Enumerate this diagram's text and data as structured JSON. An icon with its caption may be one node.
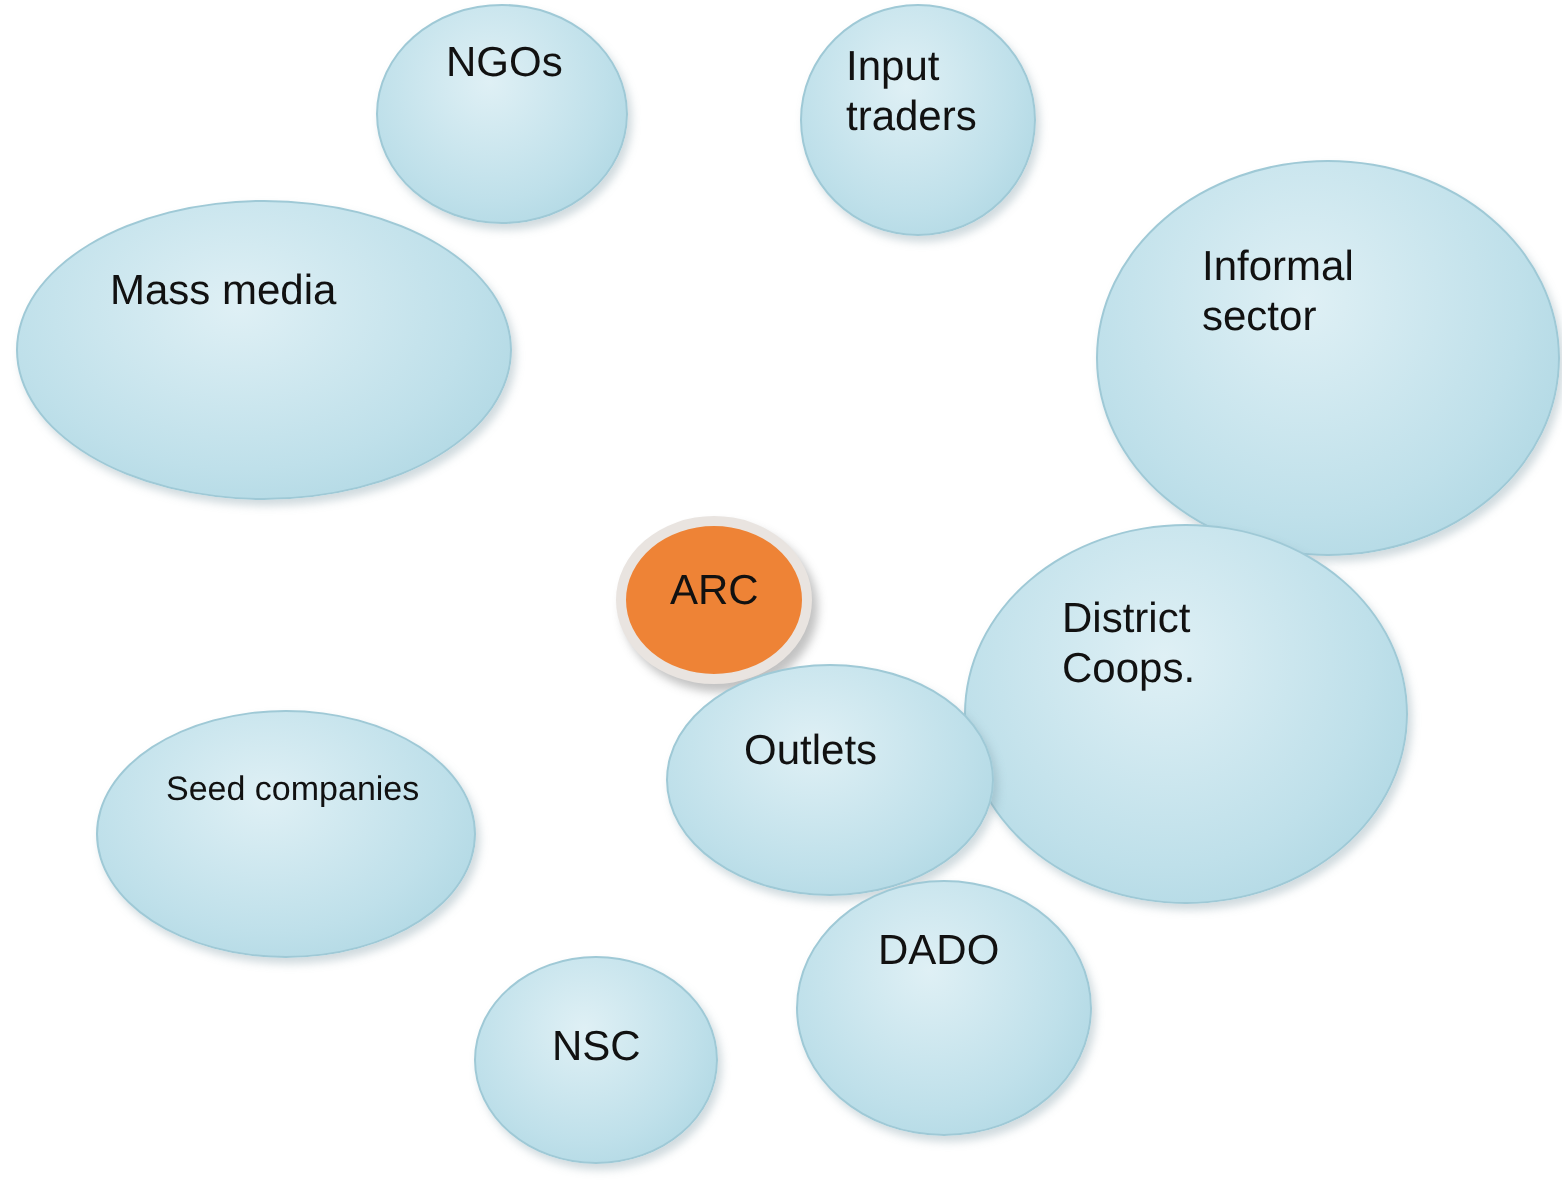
{
  "diagram": {
    "nodes": [
      {
        "text": [
          "NGOs"
        ]
      },
      {
        "text": [
          "Input traders"
        ]
      },
      {
        "text": [
          "Informal sector"
        ]
      },
      {
        "text": [
          "Mass media"
        ]
      },
      {
        "text": [
          "ARC"
        ]
      },
      {
        "text": [
          "District Coops."
        ]
      },
      {
        "text": [
          "Outlets"
        ]
      },
      {
        "text": [
          "Seed companies"
        ]
      },
      {
        "text": [
          "DADO"
        ]
      },
      {
        "text": [
          "NSC"
        ]
      }
    ],
    "edges": []
  }
}
